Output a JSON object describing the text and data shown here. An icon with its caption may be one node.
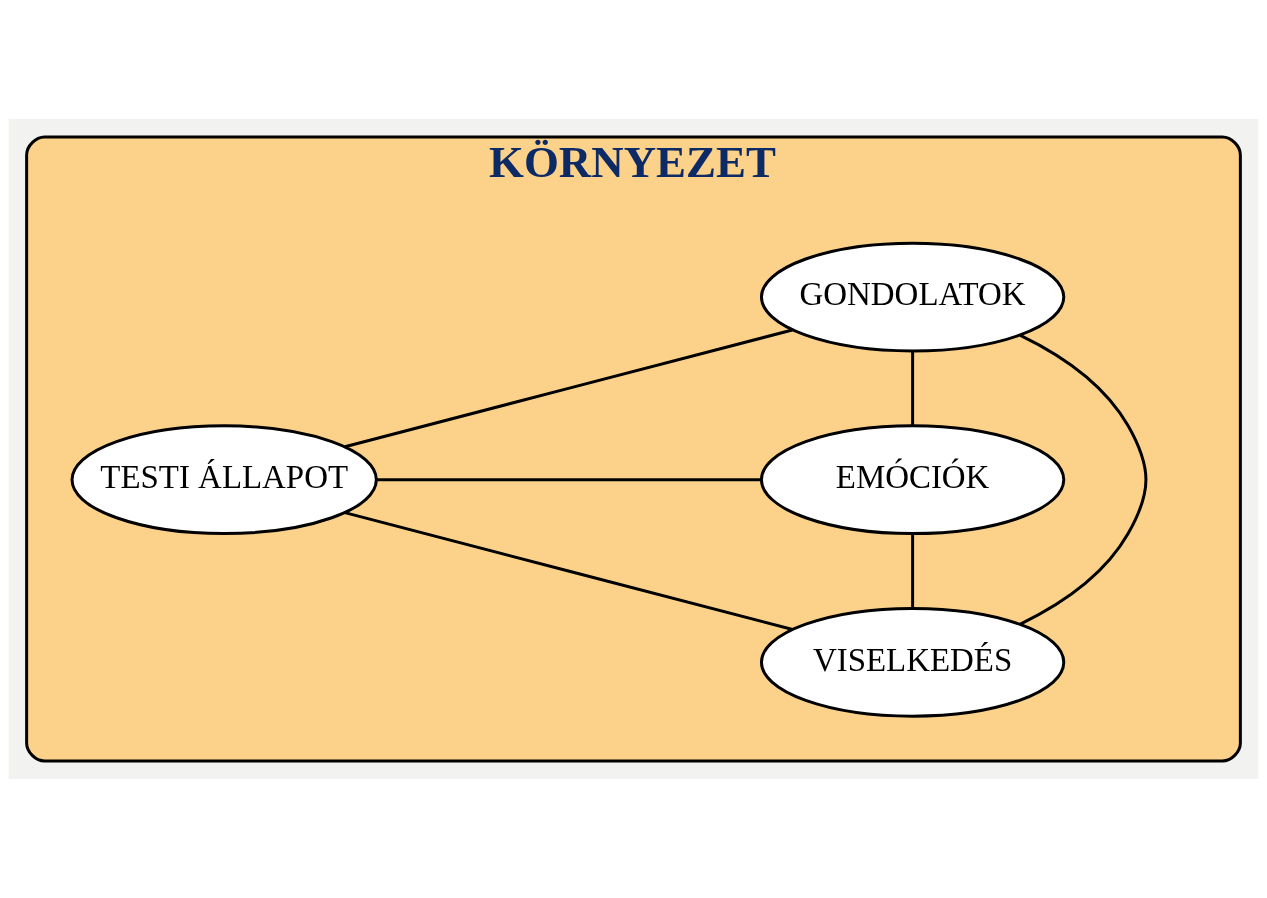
{
  "diagram": {
    "nodes": [
      {
        "text": [
          "KÖRNYEZET"
        ]
      },
      {
        "text": [
          "GONDOLATOK"
        ],
        "in": 0
      },
      {
        "text": [
          "TESTI ÁLLAPOT"
        ],
        "in": 0
      },
      {
        "text": [
          "EMÓCIÓK"
        ],
        "in": 0
      },
      {
        "text": [
          "VISELKEDÉS"
        ],
        "in": 0
      }
    ],
    "edges": [
      {
        "from": 1,
        "to": 2,
        "arrow": "none"
      },
      {
        "from": 1,
        "to": 3,
        "arrow": "none"
      },
      {
        "from": 1,
        "to": 4,
        "arrow": "none"
      },
      {
        "from": 2,
        "to": 3,
        "arrow": "none"
      },
      {
        "from": 2,
        "to": 4,
        "arrow": "none"
      },
      {
        "from": 3,
        "to": 4,
        "arrow": "none"
      }
    ]
  }
}
